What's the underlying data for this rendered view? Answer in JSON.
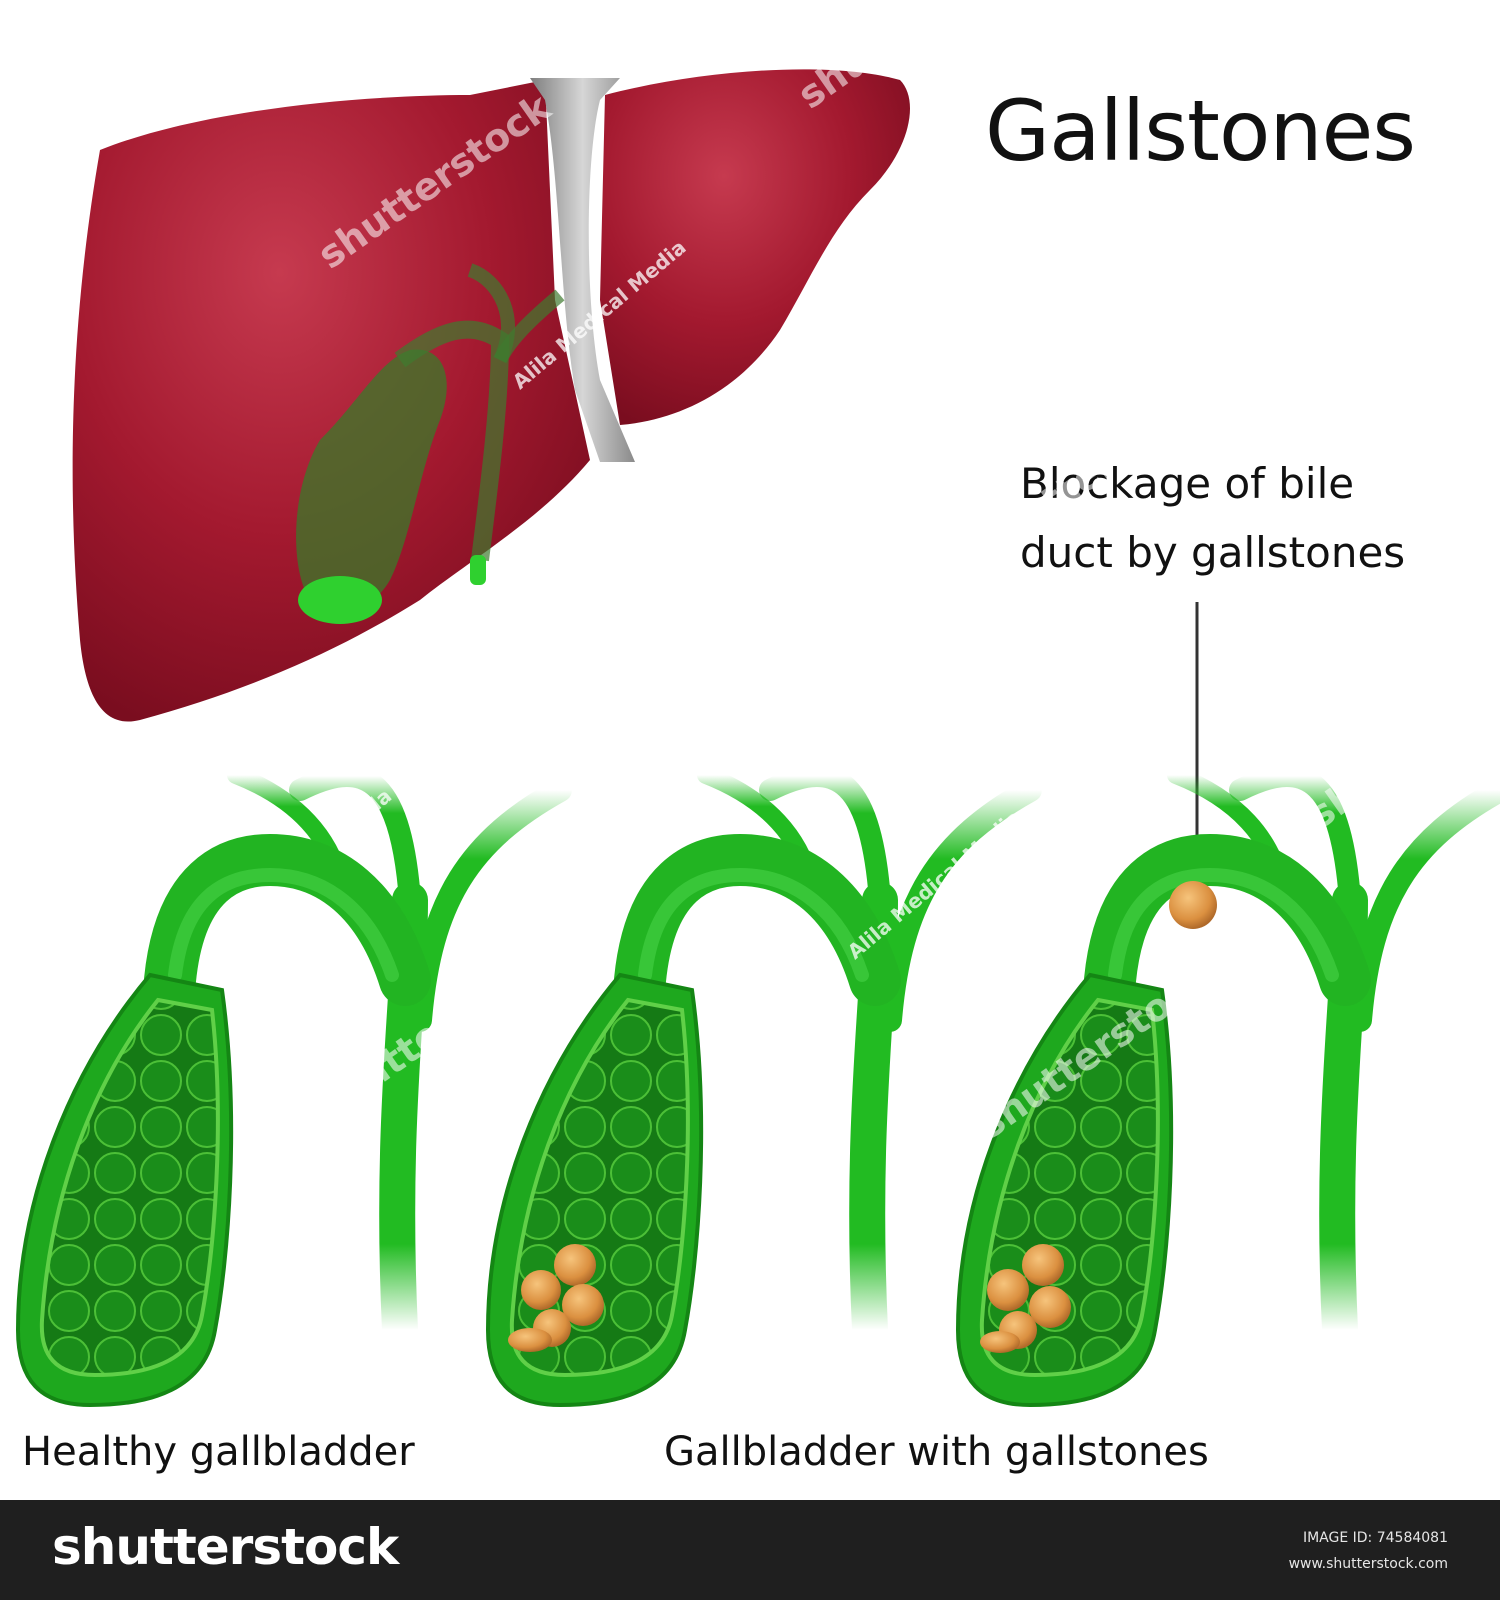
{
  "title": "Gallstones",
  "callout": {
    "line1": "Blockage of bile",
    "line2": "duct by gallstones"
  },
  "labels": {
    "healthy": "Healthy gallbladder",
    "with_stones": "Gallbladder with gallstones"
  },
  "watermarks": {
    "brand": "shutterstock",
    "credit": "Alila Medical Media"
  },
  "footer": {
    "logo": "shutterstock",
    "image_id": "IMAGE ID: 74584081",
    "site": "www.shutterstock.com"
  },
  "colors": {
    "liver": "#a0182f",
    "ligament": "#9a9a9a",
    "bile_green": "#1fb81f",
    "gallstone": "#d9953b",
    "footer_bg": "#1f1f1f"
  },
  "icons": [
    "liver-illustration",
    "gallbladder-illustration",
    "gallstone-icon",
    "shutterstock-logo"
  ]
}
